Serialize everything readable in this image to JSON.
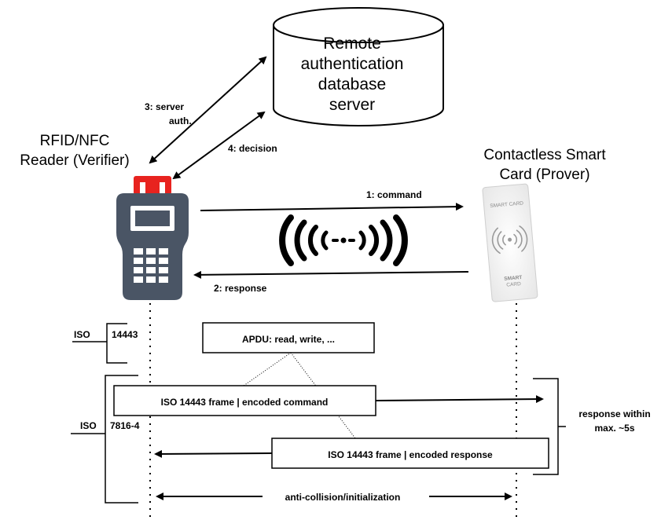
{
  "server": {
    "lines": [
      "Remote",
      "authentication",
      "database",
      "server"
    ]
  },
  "reader": {
    "title_lines": [
      "RFID/NFC",
      "Reader (Verifier)"
    ]
  },
  "card": {
    "title_lines": [
      "Contactless Smart",
      "Card (Prover)"
    ],
    "top_text": "SMART CARD",
    "bottom_text_1": "SMART",
    "bottom_text_2": "CARD"
  },
  "arrows": {
    "server_auth_1": "3: server",
    "server_auth_2": "auth.",
    "decision": "4: decision",
    "command": "1: command",
    "response": "2: response"
  },
  "layers": {
    "iso_top_prefix": "ISO",
    "iso_top_num": "14443",
    "iso_bottom_prefix": "ISO",
    "iso_bottom_num": "7816-4",
    "apdu": "APDU: read, write, ...",
    "frame_command": "ISO 14443 frame | encoded command",
    "frame_response": "ISO 14443 frame | encoded response",
    "timing_1": "response within",
    "timing_2": "max. ~5s",
    "anticollision": "anti-collision/initialization"
  },
  "colors": {
    "reader_body": "#4a5565",
    "reader_accent": "#e8231f",
    "line": "#000000"
  }
}
